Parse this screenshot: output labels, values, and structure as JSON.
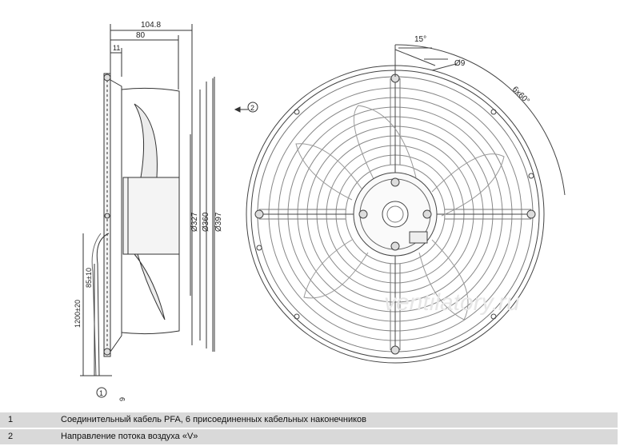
{
  "dimensions": {
    "total_depth": "104.8",
    "depth_80": "80",
    "flange": "11",
    "dia_327": "Ø327",
    "dia_360": "Ø360",
    "dia_397": "Ø397",
    "angle_15": "15°",
    "hole_9": "Ø9",
    "holes_6x60": "6x60°",
    "cable_len": "1200±20",
    "cable_strip": "85±10",
    "wire_end": "9"
  },
  "callouts": {
    "one": "1",
    "two": "2"
  },
  "watermark": "ventilatory.ru",
  "notes": [
    {
      "num": "1",
      "text": "Соединительный кабель PFA, 6 присоединенных кабельных наконечников"
    },
    {
      "num": "2",
      "text": "Направление потока воздуха «V»"
    }
  ]
}
